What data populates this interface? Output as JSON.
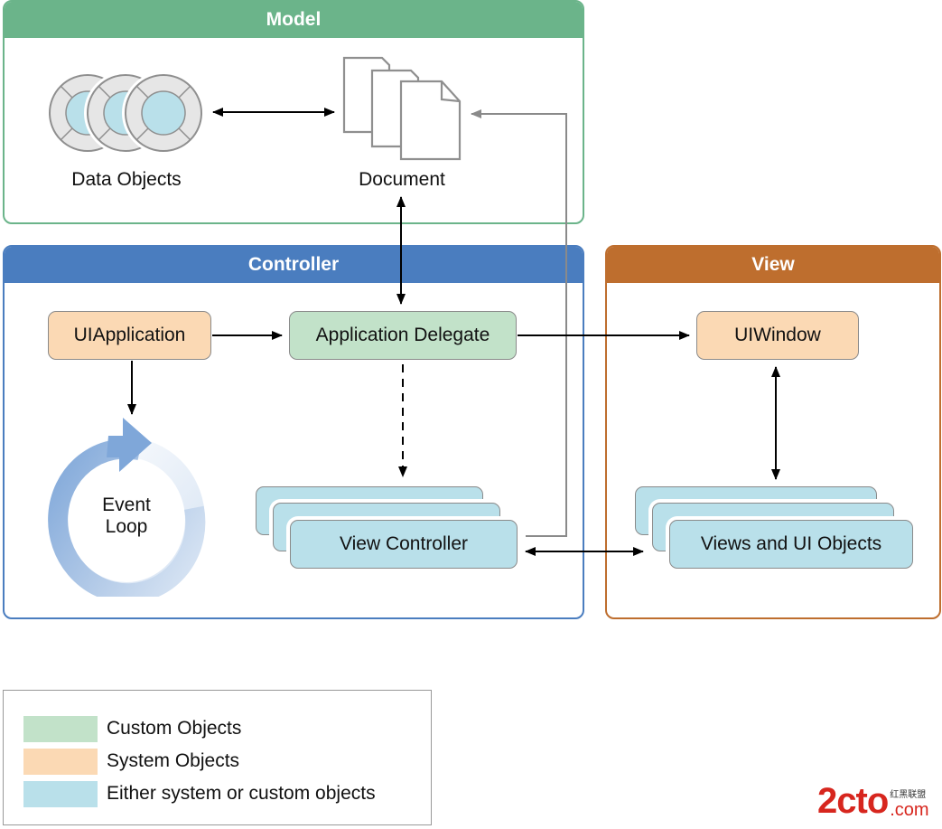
{
  "panels": {
    "model": {
      "title": "Model",
      "color": "#6bb48a"
    },
    "controller": {
      "title": "Controller",
      "color": "#4a7dbf"
    },
    "view": {
      "title": "View",
      "color": "#be6e2e"
    }
  },
  "model": {
    "data_objects_label": "Data Objects",
    "document_label": "Document",
    "data_objects_icon": "stacked-data-objects-icon",
    "document_icon": "stacked-documents-icon"
  },
  "controller": {
    "ui_application": "UIApplication",
    "app_delegate": "Application Delegate",
    "event_loop_line1": "Event",
    "event_loop_line2": "Loop",
    "view_controller": "View Controller"
  },
  "view": {
    "ui_window": "UIWindow",
    "views_objects": "Views and UI Objects"
  },
  "connections": [
    {
      "from": "Data Objects",
      "to": "Document",
      "style": "bidirectional"
    },
    {
      "from": "Document",
      "to": "Application Delegate",
      "style": "bidirectional"
    },
    {
      "from": "View Controller",
      "to": "Document",
      "style": "gray-one-way"
    },
    {
      "from": "UIApplication",
      "to": "Application Delegate",
      "style": "one-way"
    },
    {
      "from": "UIApplication",
      "to": "Event Loop",
      "style": "one-way"
    },
    {
      "from": "Application Delegate",
      "to": "UIWindow",
      "style": "one-way"
    },
    {
      "from": "Application Delegate",
      "to": "View Controller",
      "style": "dashed"
    },
    {
      "from": "UIWindow",
      "to": "Views and UI Objects",
      "style": "bidirectional"
    },
    {
      "from": "View Controller",
      "to": "Views and UI Objects",
      "style": "bidirectional"
    }
  ],
  "legend": {
    "items": [
      {
        "label": "Custom Objects",
        "color": "#c2e2c9"
      },
      {
        "label": "System Objects",
        "color": "#fbd9b4"
      },
      {
        "label": "Either system or custom objects",
        "color": "#b9e0ea"
      }
    ]
  },
  "watermark": {
    "main": "2cto",
    "cn": "红黑联盟",
    "com": ".com"
  }
}
